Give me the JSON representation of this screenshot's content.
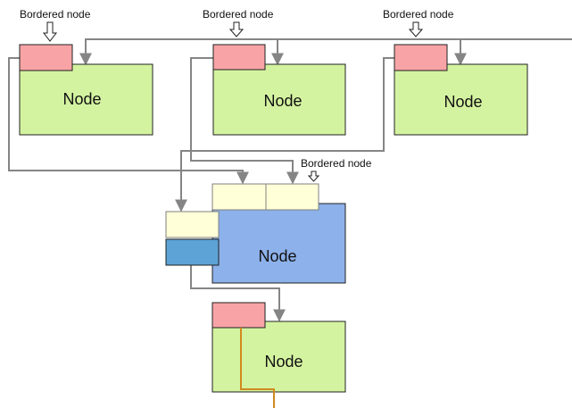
{
  "labels": {
    "node": "Node",
    "bordered_node": "Bordered node"
  },
  "colors": {
    "node_fill": "#d4f3a0",
    "center_node_fill": "#8db1ea",
    "border_pink": "#f8a4a6",
    "border_yellow": "#ffffd8",
    "border_blue": "#5da3d5",
    "edge": "#858585",
    "highlight_edge": "#d08a1e",
    "outline": "#202020"
  },
  "nodes": [
    {
      "id": "top-left",
      "label": "Node"
    },
    {
      "id": "top-middle",
      "label": "Node"
    },
    {
      "id": "top-right",
      "label": "Node"
    },
    {
      "id": "center",
      "label": "Node"
    },
    {
      "id": "bottom",
      "label": "Node"
    }
  ],
  "callouts": [
    {
      "id": "callout-1",
      "text": "Bordered node"
    },
    {
      "id": "callout-2",
      "text": "Bordered node"
    },
    {
      "id": "callout-3",
      "text": "Bordered node"
    },
    {
      "id": "callout-4",
      "text": "Bordered node"
    }
  ]
}
